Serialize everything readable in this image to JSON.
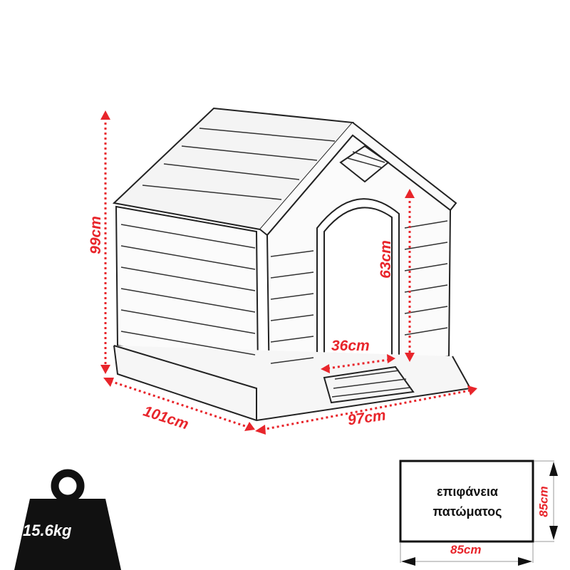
{
  "dimensions": {
    "height": "99cm",
    "door_height": "63cm",
    "door_width": "36cm",
    "depth": "101cm",
    "width": "97cm"
  },
  "floor": {
    "label_line1": "επιφάνεια",
    "label_line2": "πατώματος",
    "width": "85cm",
    "depth": "85cm"
  },
  "weight": {
    "value": "15.6kg",
    "icon": "weight-icon"
  },
  "colors": {
    "accent": "#e8252b",
    "ink": "#111111"
  }
}
